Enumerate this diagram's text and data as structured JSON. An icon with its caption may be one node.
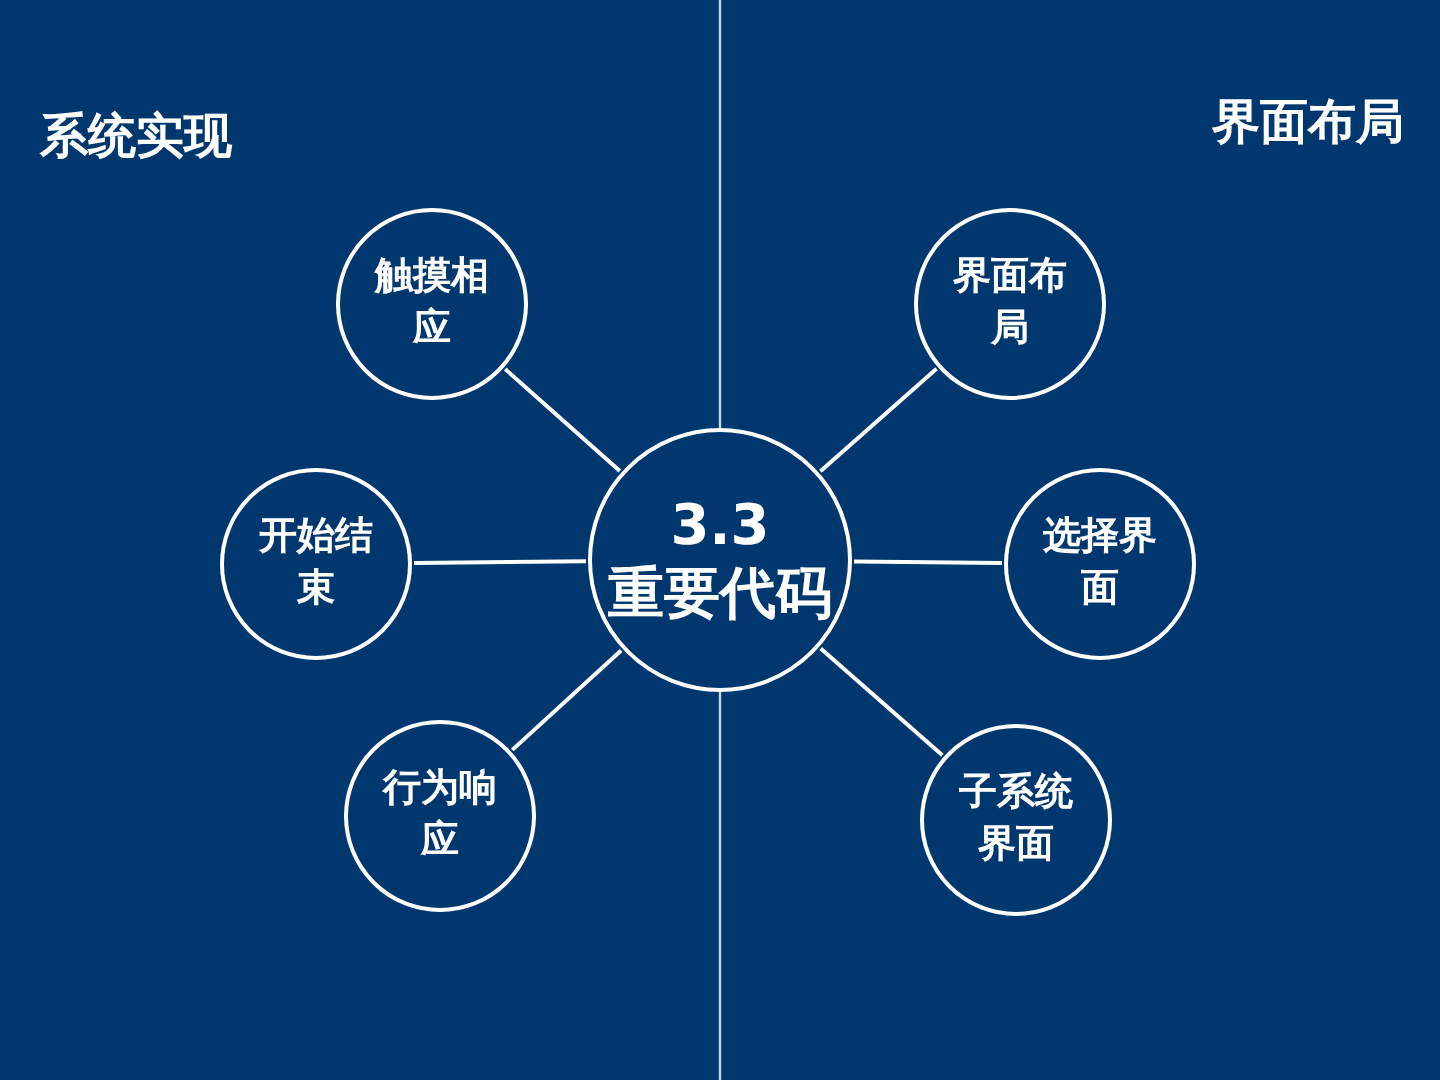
{
  "diagram": {
    "nodes": [
      {
        "text": [
          "3.3",
          "重要代码"
        ]
      },
      {
        "text": [
          "触摸相应"
        ]
      },
      {
        "text": [
          "开始结束"
        ]
      },
      {
        "text": [
          "行为响应"
        ]
      },
      {
        "text": [
          "界面布局"
        ]
      },
      {
        "text": [
          "选择界面"
        ]
      },
      {
        "text": [
          "子系统界面"
        ]
      }
    ],
    "edges": [
      {
        "from": 0,
        "to": 1,
        "arrow": "none"
      },
      {
        "from": 0,
        "to": 2,
        "arrow": "none"
      },
      {
        "from": 0,
        "to": 3,
        "arrow": "none"
      },
      {
        "from": 0,
        "to": 4,
        "arrow": "none"
      },
      {
        "from": 0,
        "to": 5,
        "arrow": "none"
      },
      {
        "from": 0,
        "to": 6,
        "arrow": "none"
      }
    ],
    "labels": [
      "系统实现",
      "界面布局"
    ]
  }
}
